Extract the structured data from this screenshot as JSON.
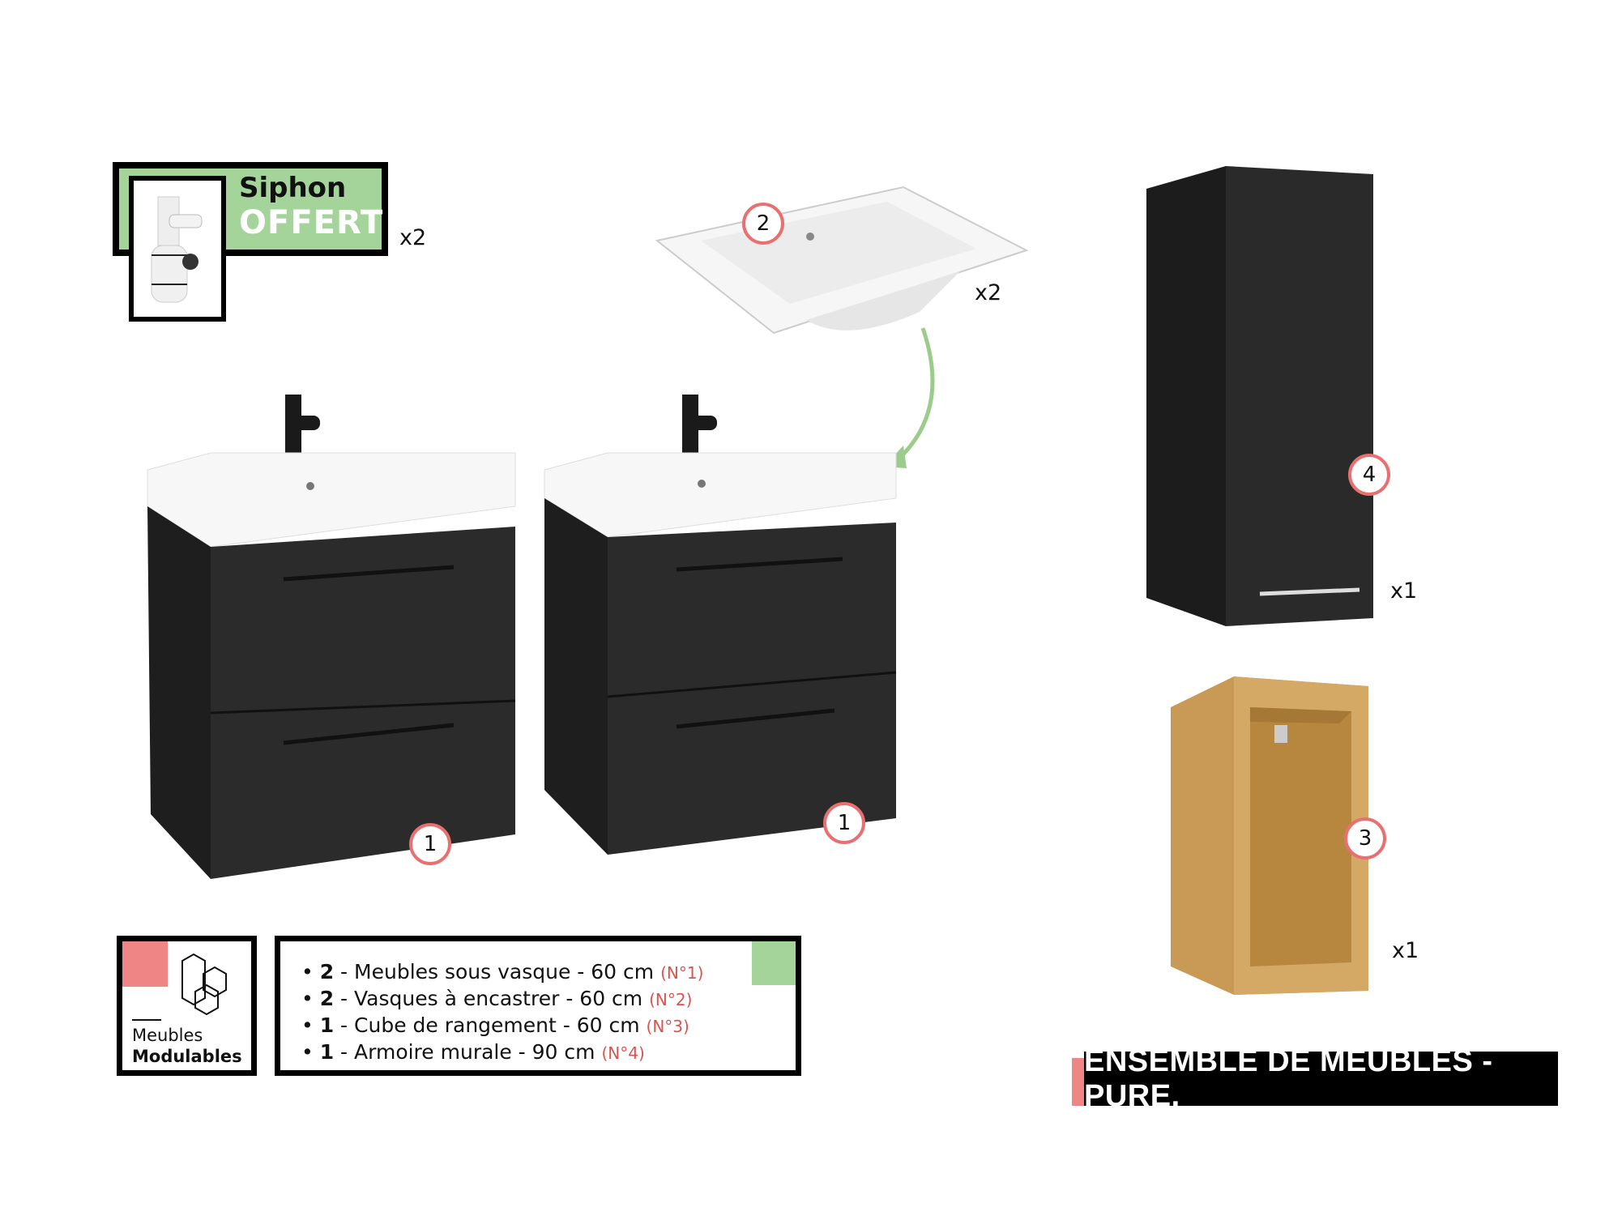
{
  "siphon": {
    "line1": "Siphon",
    "line2": "OFFERT !",
    "qty": "x2"
  },
  "basin": {
    "badge": "2",
    "qty": "x2"
  },
  "vanities": [
    {
      "badge": "1"
    },
    {
      "badge": "1"
    }
  ],
  "wall_cabinet": {
    "badge": "4",
    "qty": "x1"
  },
  "cube": {
    "badge": "3",
    "qty": "x1"
  },
  "legend": {
    "icon_label_1": "Meubles",
    "icon_label_2": "Modulables",
    "items": [
      {
        "count": "2",
        "text": " - Meubles sous vasque - 60 cm ",
        "ref": "(N°1)"
      },
      {
        "count": "2",
        "text": " - Vasques à encastrer - 60 cm ",
        "ref": "(N°2)"
      },
      {
        "count": "1",
        "text": " - Cube de rangement - 60 cm ",
        "ref": "(N°3)"
      },
      {
        "count": "1",
        "text": " - Armoire murale - 90 cm ",
        "ref": "(N°4)"
      }
    ]
  },
  "title": "ENSEMBLE DE MEUBLES - PURE.",
  "colors": {
    "green": "#a5d49a",
    "pink": "#f08585",
    "badge_ring": "#e87070",
    "cabinet": "#2a2a2a",
    "wood": "#c99a55"
  }
}
